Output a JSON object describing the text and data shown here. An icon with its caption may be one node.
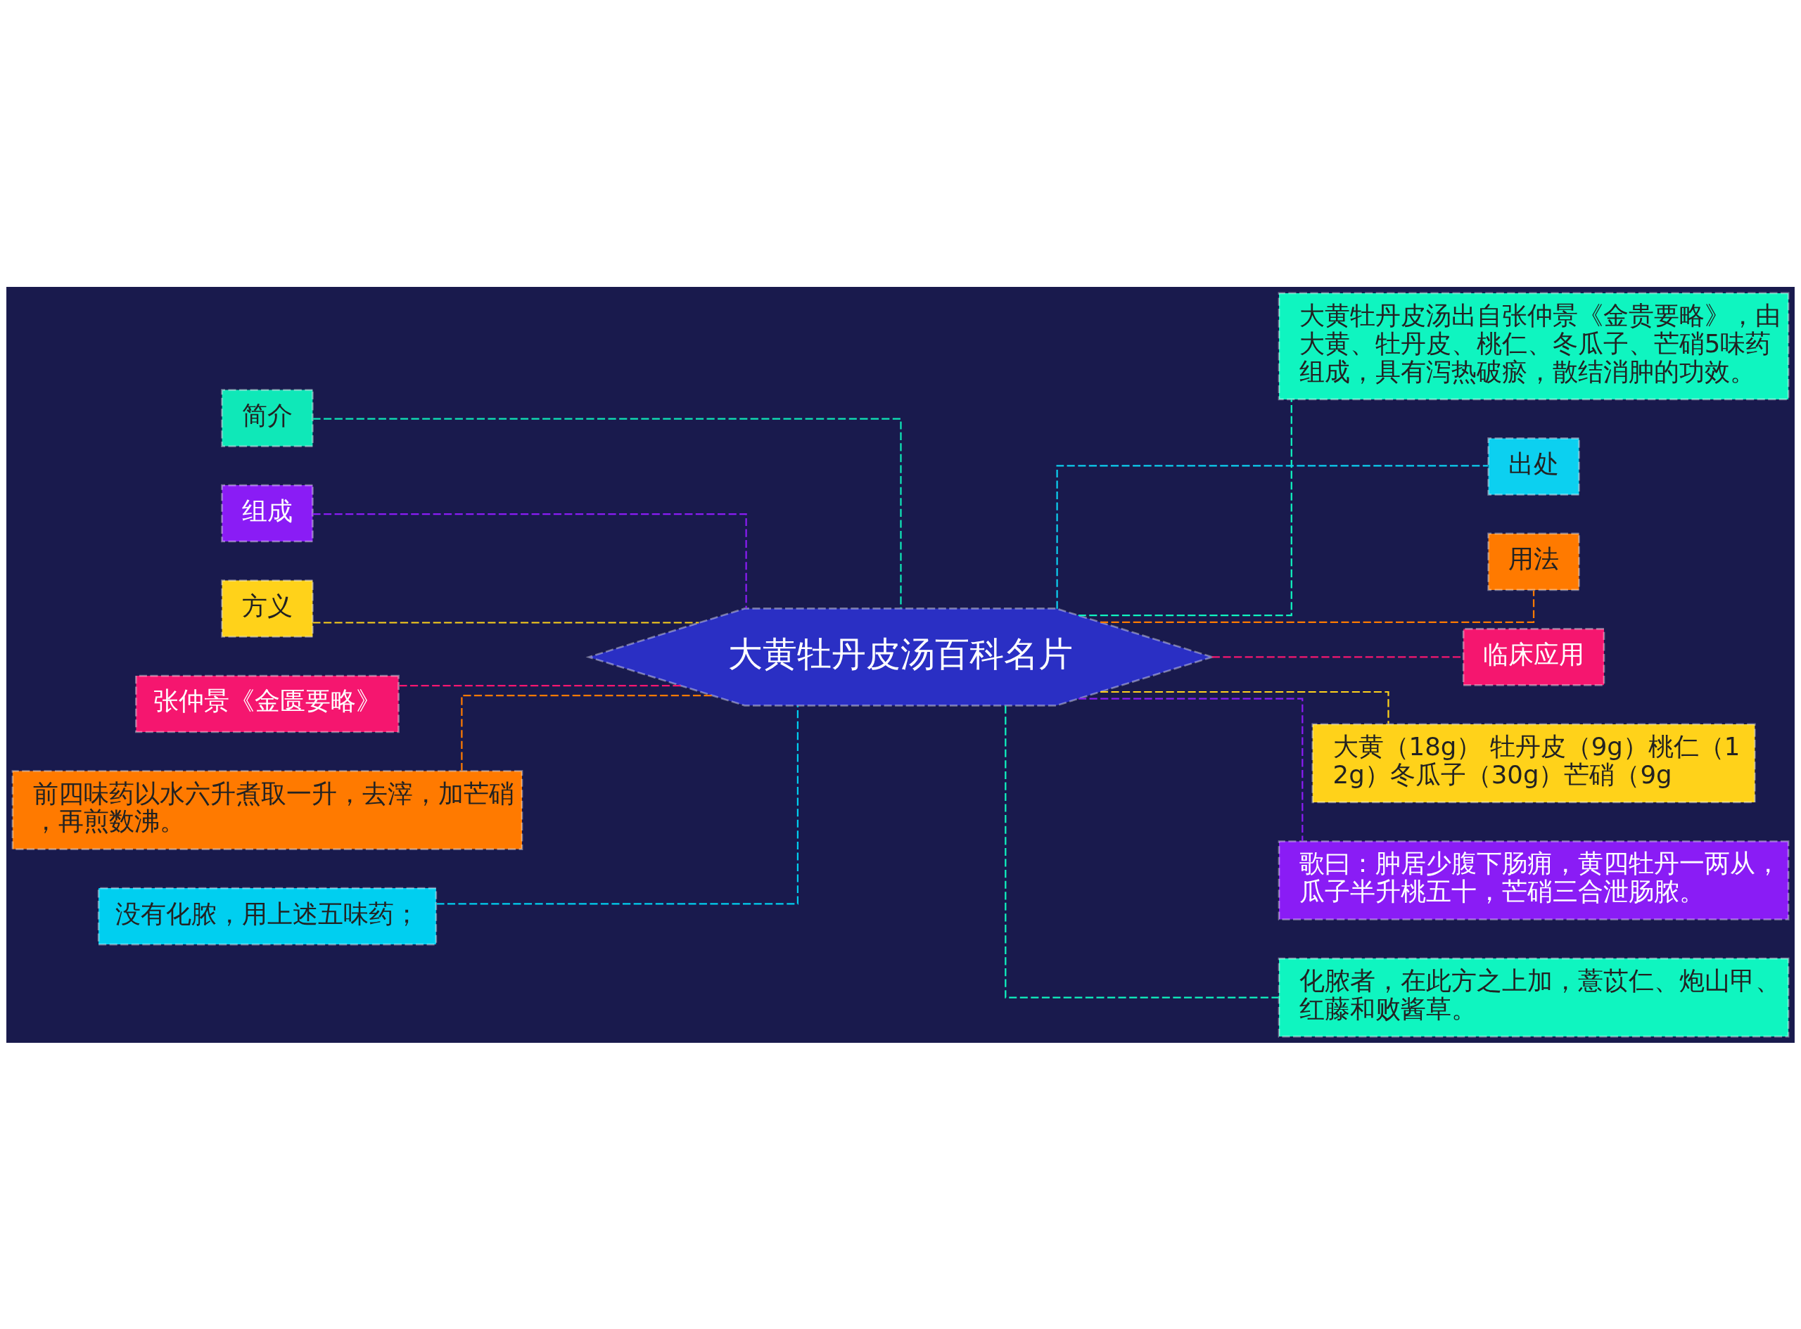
{
  "diagram": {
    "nodes": [
      {
        "text": [
          "大黄牡丹皮汤百科名片"
        ]
      },
      {
        "text": [
          "简介"
        ]
      },
      {
        "text": [
          "组成"
        ]
      },
      {
        "text": [
          "方义"
        ]
      },
      {
        "text": [
          "张仲景《金匮要略》"
        ]
      },
      {
        "text": [
          "前四味药以水六升煮取一升，去滓，加芒硝，再煎数沸。"
        ]
      },
      {
        "text": [
          "没有化脓，用上述五味药；"
        ]
      },
      {
        "text": [
          "大黄牡丹皮汤出自张仲景《金贵要略》，由大黄、牡丹皮、桃仁、冬瓜子、芒硝5味药组成，具有泻热破瘀，散结消肿的功效。"
        ]
      },
      {
        "text": [
          "出处"
        ]
      },
      {
        "text": [
          "用法"
        ]
      },
      {
        "text": [
          "临床应用"
        ]
      },
      {
        "text": [
          "大黄（18g） 牡丹皮（9g）桃仁（12g）冬瓜子（30g）芒硝（9g"
        ]
      },
      {
        "text": [
          "歌曰：肿居少腹下肠痈，黄四牡丹一两从，瓜子半升桃五十，芒硝三合泄肠脓。"
        ]
      },
      {
        "text": [
          "化脓者，在此方之上加，薏苡仁、炮山甲、红藤和败酱草。"
        ]
      }
    ],
    "edges": [
      {
        "from": 0,
        "to": 1,
        "arrow": "none",
        "style": "dashed",
        "color": "#0fe8b8"
      },
      {
        "from": 0,
        "to": 2,
        "arrow": "none",
        "style": "dashed",
        "color": "#8a1cf5"
      },
      {
        "from": 0,
        "to": 3,
        "arrow": "none",
        "style": "dashed",
        "color": "#ffd21a"
      },
      {
        "from": 0,
        "to": 4,
        "arrow": "none",
        "style": "dashed",
        "color": "#f5166f"
      },
      {
        "from": 0,
        "to": 5,
        "arrow": "none",
        "style": "dashed",
        "color": "#ff7a00"
      },
      {
        "from": 0,
        "to": 6,
        "arrow": "none",
        "style": "dashed",
        "color": "#00cff0"
      },
      {
        "from": 0,
        "to": 7,
        "arrow": "none",
        "style": "dashed",
        "color": "#0ff5c0"
      },
      {
        "from": 0,
        "to": 8,
        "arrow": "none",
        "style": "dashed",
        "color": "#0cd0f0"
      },
      {
        "from": 0,
        "to": 9,
        "arrow": "none",
        "style": "dashed",
        "color": "#ff7a00"
      },
      {
        "from": 0,
        "to": 10,
        "arrow": "none",
        "style": "dashed",
        "color": "#f5166f"
      },
      {
        "from": 0,
        "to": 11,
        "arrow": "none",
        "style": "dashed",
        "color": "#ffd21a"
      },
      {
        "from": 0,
        "to": 12,
        "arrow": "none",
        "style": "dashed",
        "color": "#8a1cf5"
      },
      {
        "from": 0,
        "to": 13,
        "arrow": "none",
        "style": "dashed",
        "color": "#0ff5c0"
      }
    ]
  }
}
